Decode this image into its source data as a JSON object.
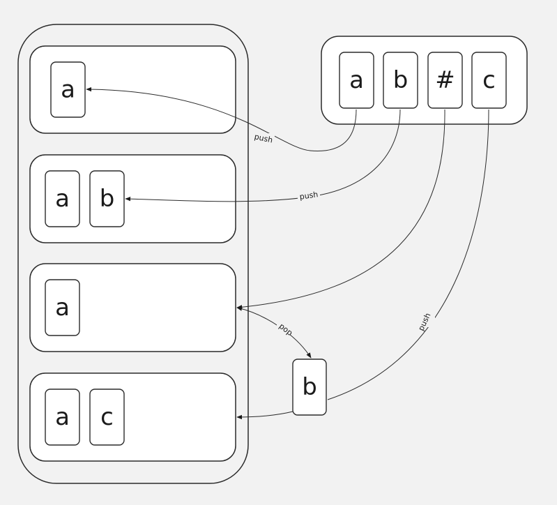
{
  "input": {
    "symbols": [
      "a",
      "b",
      "#",
      "c"
    ]
  },
  "stack_states": [
    [
      "a"
    ],
    [
      "a",
      "b"
    ],
    [
      "a"
    ],
    [
      "a",
      "c"
    ]
  ],
  "popped": "b",
  "edge_labels": {
    "push_a": "push",
    "push_b": "push",
    "pop_b": "pop",
    "push_c": "push"
  }
}
